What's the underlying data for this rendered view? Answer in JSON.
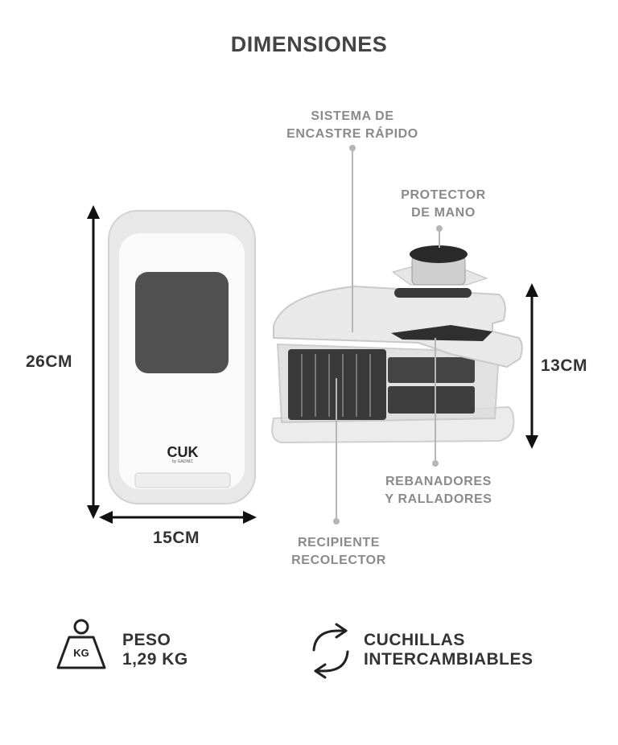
{
  "page": {
    "title": "DIMENSIONES"
  },
  "callouts": {
    "encastre": [
      "SISTEMA DE",
      "ENCASTRE RÁPIDO"
    ],
    "protector": [
      "PROTECTOR",
      "DE MANO"
    ],
    "rebanadores": [
      "REBANADORES",
      "Y RALLADORES"
    ],
    "recipiente": [
      "RECIPIENTE",
      "RECOLECTOR"
    ]
  },
  "dimensions": {
    "height": "26CM",
    "width": "15CM",
    "depth": "13CM"
  },
  "product": {
    "brand": "CUK",
    "sub_brand": "by GADNIC"
  },
  "features": {
    "weight": {
      "icon": "weight-kg-icon",
      "icon_label": "KG",
      "lines": [
        "PESO",
        "1,29 KG"
      ]
    },
    "blades": {
      "icon": "swap-arrows-icon",
      "lines": [
        "CUCHILLAS",
        "INTERCAMBIABLES"
      ]
    }
  }
}
